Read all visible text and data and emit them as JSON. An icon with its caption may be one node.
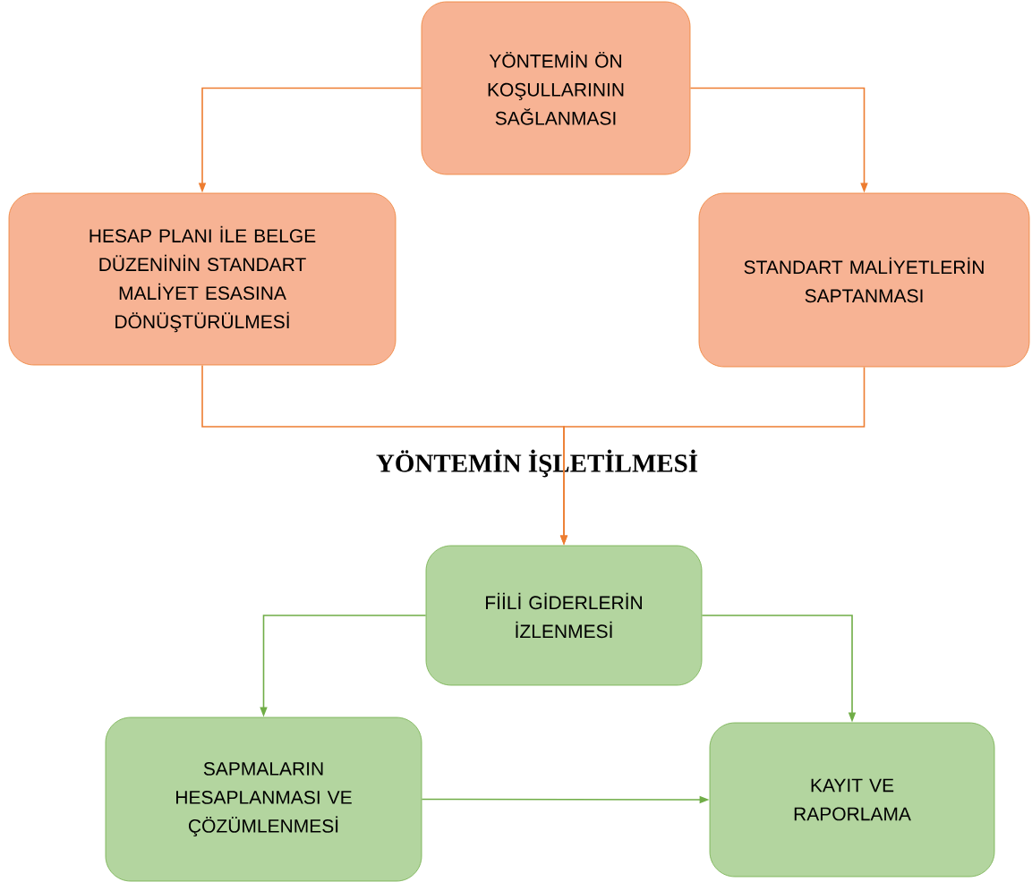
{
  "diagram": {
    "nodes": [
      {
        "text": [
          "YÖNTEMİN ÖN KOŞULLARININ SAĞLANMASI"
        ]
      },
      {
        "text": [
          "HESAP PLANI İLE BELGE DÜZENİNİN STANDART MALİYET ESASINA DÖNÜŞTÜRÜLMESİ"
        ]
      },
      {
        "text": [
          "STANDART MALİYETLERİN SAPTANMASI"
        ]
      },
      {
        "text": [
          "FİİLİ GİDERLERİN İZLENMESİ"
        ]
      },
      {
        "text": [
          "SAPMALARIN HESAPLANMASI VE ÇÖZÜMLENMESİ"
        ]
      },
      {
        "text": [
          "KAYIT VE RAPORLAMA"
        ]
      }
    ],
    "edges": [
      {
        "from": 0,
        "to": 1,
        "arrow": "to",
        "color": "#ed7d31"
      },
      {
        "from": 0,
        "to": 2,
        "arrow": "to",
        "color": "#ed7d31"
      },
      {
        "from": 1,
        "to": 3,
        "arrow": "to",
        "color": "#ed7d31"
      },
      {
        "from": 2,
        "to": 3,
        "arrow": "to",
        "color": "#ed7d31"
      },
      {
        "from": 3,
        "to": 4,
        "arrow": "to",
        "color": "#70ad47"
      },
      {
        "from": 3,
        "to": 5,
        "arrow": "to",
        "color": "#70ad47"
      },
      {
        "from": 4,
        "to": 5,
        "arrow": "to",
        "color": "#70ad47"
      }
    ],
    "labels": [
      "YÖNTEMİN İŞLETİLMESİ"
    ]
  }
}
